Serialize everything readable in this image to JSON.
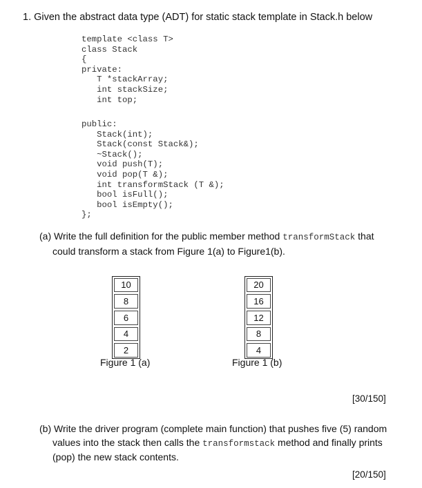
{
  "question": {
    "heading": "1.  Given the abstract data type (ADT) for static stack template in Stack.h below"
  },
  "code": {
    "block1": "template <class T>\nclass Stack\n{\nprivate:\n   T *stackArray;\n   int stackSize;\n   int top;",
    "block2": "public:\n   Stack(int);\n   Stack(const Stack&);\n   ~Stack();\n   void push(T);\n   void pop(T &);\n   int transformStack (T &);\n   bool isFull();\n   bool isEmpty();\n};"
  },
  "part_a": {
    "line1_pre": "(a) Write the full definition for the public member method ",
    "line1_code": "transformStack",
    "line1_post": " that",
    "line2": "could transform a stack from Figure 1(a) to Figure1(b).",
    "marks": "[30/150]"
  },
  "figure_a": {
    "cells": [
      "10",
      "8",
      "6",
      "4",
      "2"
    ],
    "caption": "Figure 1 (a)"
  },
  "figure_b": {
    "cells": [
      "20",
      "16",
      "12",
      "8",
      "4"
    ],
    "caption": "Figure 1 (b)"
  },
  "part_b": {
    "line1": "(b) Write the driver program (complete main function) that pushes five (5) random",
    "line2_pre": "values into the stack then calls the ",
    "line2_code": "transformstack",
    "line2_post": " method and finally prints",
    "line3": "(pop) the new stack contents.",
    "marks": "[20/150]"
  }
}
